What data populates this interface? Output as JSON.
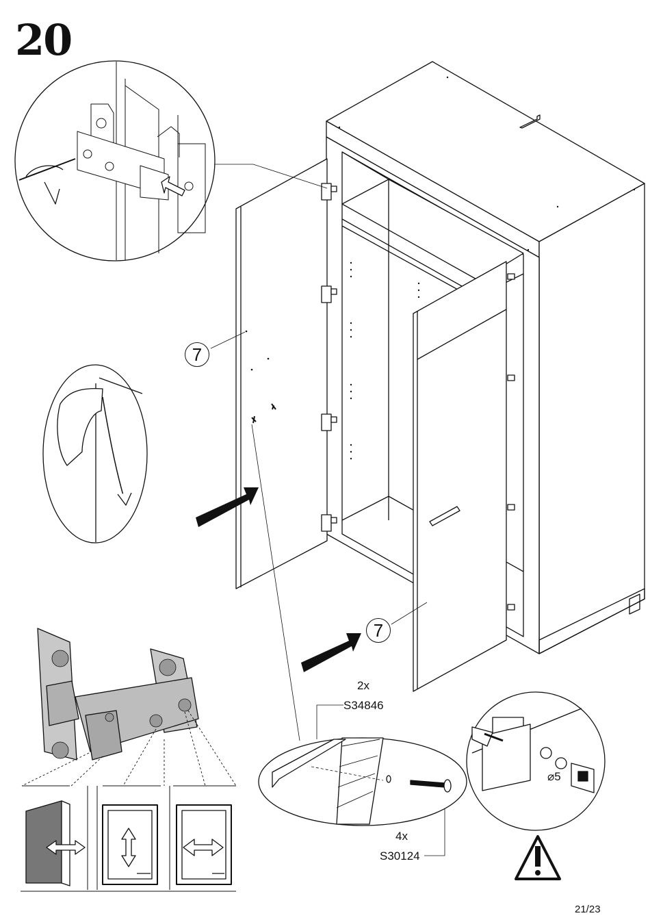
{
  "step": {
    "number": "20"
  },
  "parts": {
    "door_label_left": "7",
    "door_label_right": "7",
    "handle_qty": "2x",
    "handle_code": "S34846",
    "screw_qty": "4x",
    "screw_code": "S30124",
    "drill_diameter": "5"
  },
  "footer": {
    "page": "21/23"
  },
  "icons": [
    "rotate-arrow-icon",
    "push-arrow-icon",
    "warning-icon",
    "vertical-adjust-icon",
    "horizontal-adjust-icon",
    "depth-adjust-icon"
  ]
}
